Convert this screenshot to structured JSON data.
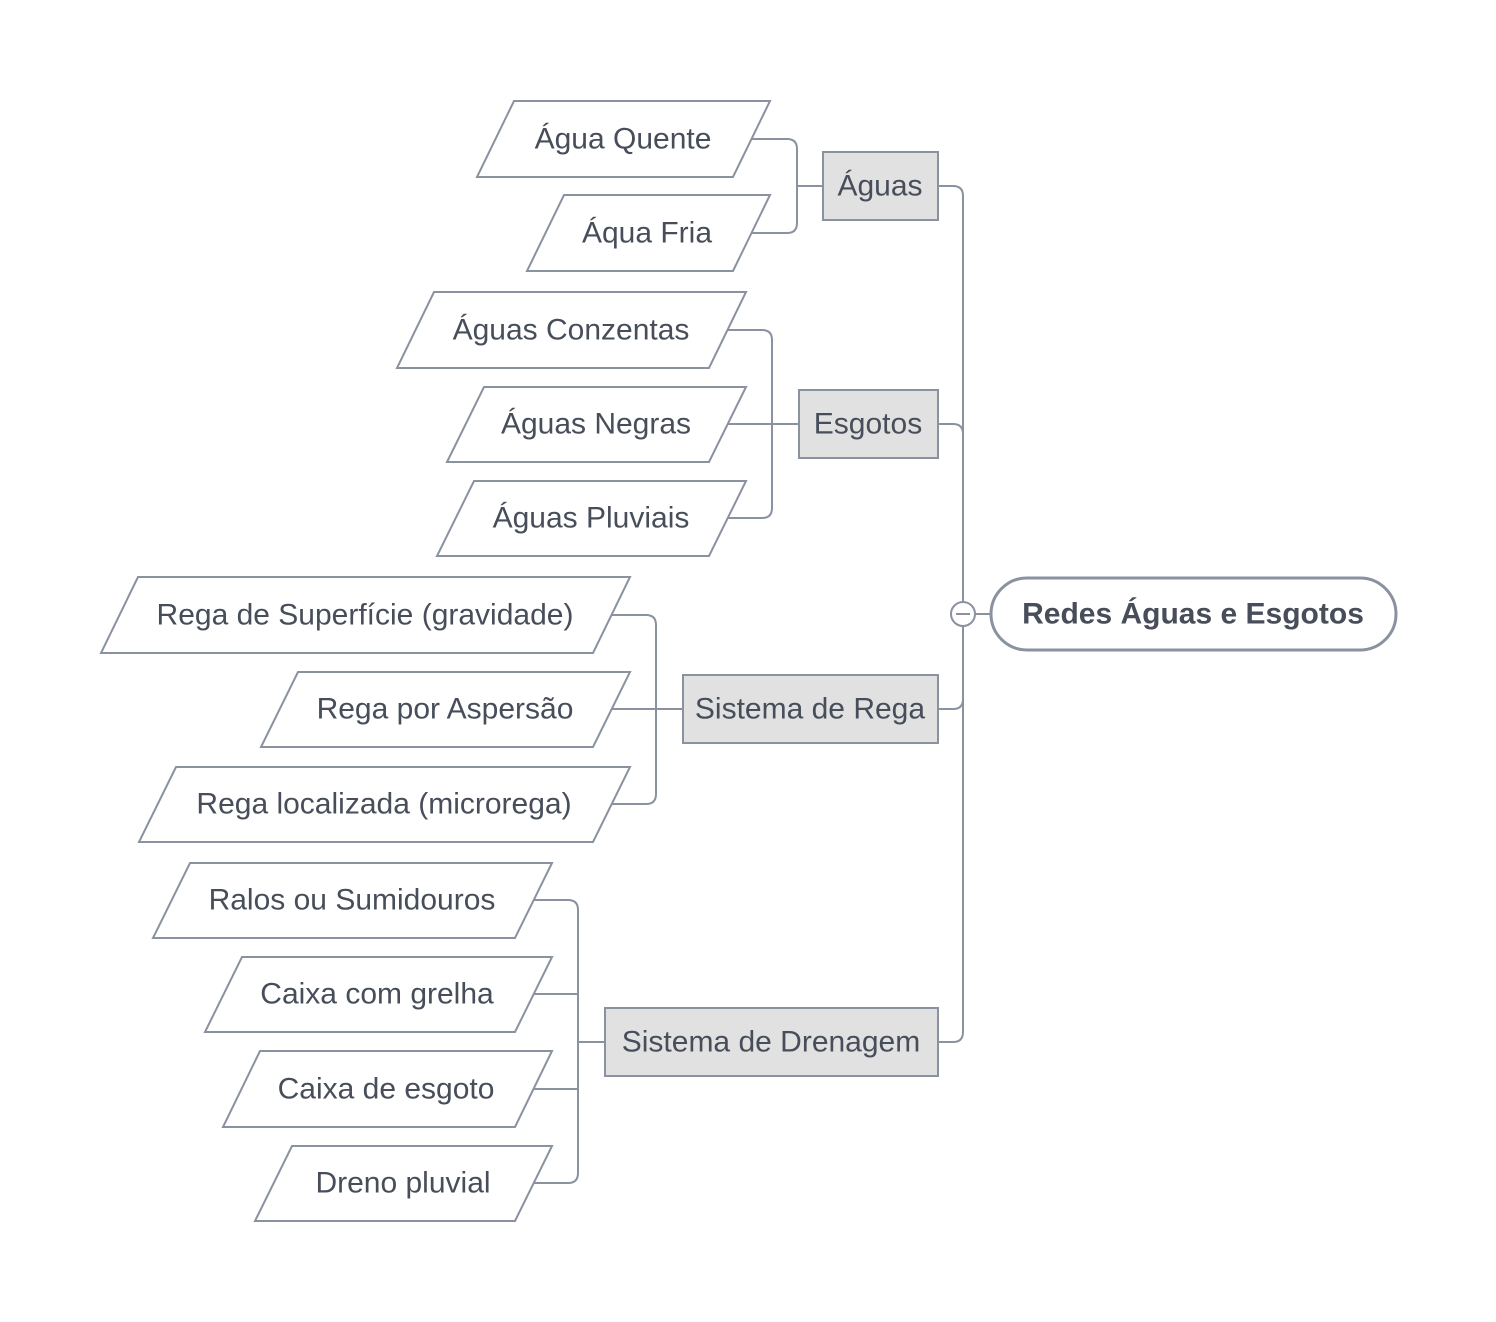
{
  "root": {
    "label": "Redes Águas e Esgotos"
  },
  "branches": [
    {
      "label": "Águas",
      "children": [
        "Água Quente",
        "Áqua Fria"
      ]
    },
    {
      "label": "Esgotos",
      "children": [
        "Águas Conzentas",
        "Águas Negras",
        "Águas Pluviais"
      ]
    },
    {
      "label": "Sistema de Rega",
      "children": [
        "Rega de Superfície (gravidade)",
        "Rega por Aspersão",
        "Rega localizada (microrega)"
      ]
    },
    {
      "label": "Sistema de Drenagem",
      "children": [
        "Ralos ou Sumidouros",
        "Caixa com grelha",
        "Caixa de esgoto",
        "Dreno pluvial"
      ]
    }
  ],
  "colors": {
    "stroke": "#8a92a0",
    "branch_fill": "#e1e1e1",
    "text": "#474e5a",
    "background": "#ffffff"
  },
  "icons": {
    "collapse": "collapse-minus-icon"
  }
}
